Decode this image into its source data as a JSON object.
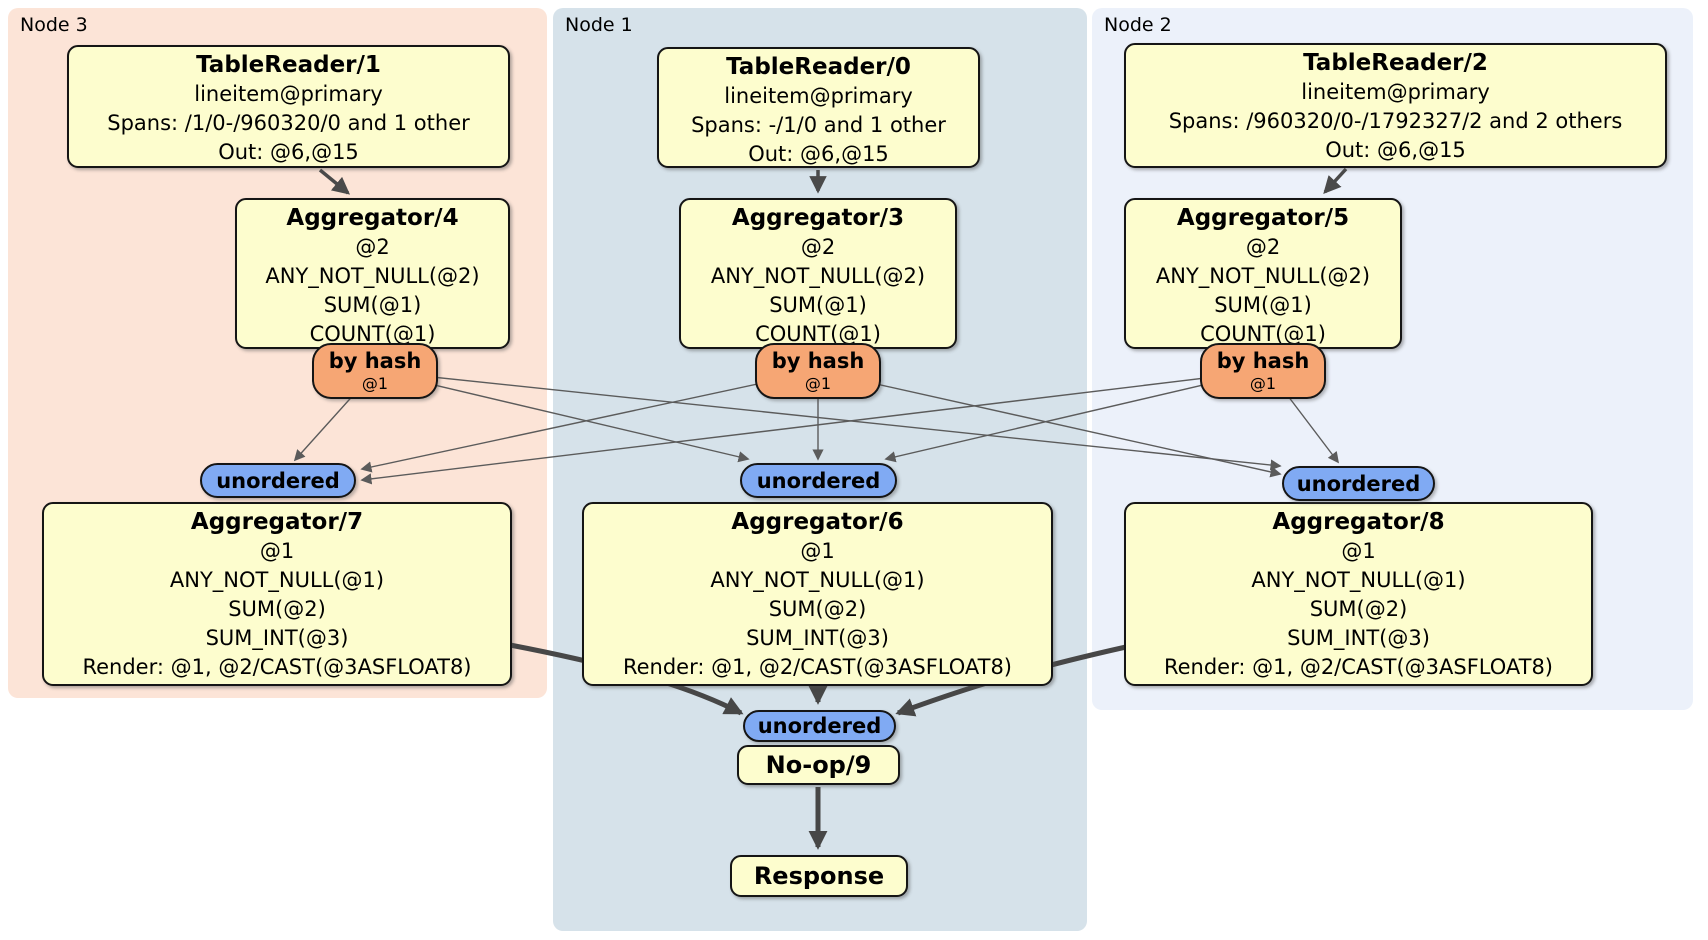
{
  "colors": {
    "node3_band": "#fce4d7",
    "node1_band": "#d6e2ea",
    "node2_band": "#ecf1fa",
    "processor_box": "#fdfdce",
    "hash_router": "#f6a674",
    "stream_pill": "#80aaf3",
    "edge_thin": "#5b5b5b",
    "edge_thick": "#474747"
  },
  "groups": {
    "node3": {
      "label": "Node 3"
    },
    "node1": {
      "label": "Node 1"
    },
    "node2": {
      "label": "Node 2"
    }
  },
  "processors": {
    "tr1": {
      "title": "TableReader/1",
      "lines": [
        "lineitem@primary",
        "Spans: /1/0-/960320/0 and 1 other",
        "Out: @6,@15"
      ]
    },
    "tr0": {
      "title": "TableReader/0",
      "lines": [
        "lineitem@primary",
        "Spans: -/1/0 and 1 other",
        "Out: @6,@15"
      ]
    },
    "tr2": {
      "title": "TableReader/2",
      "lines": [
        "lineitem@primary",
        "Spans: /960320/0-/1792327/2 and 2 others",
        "Out: @6,@15"
      ]
    },
    "agg4": {
      "title": "Aggregator/4",
      "lines": [
        "@2",
        "ANY_NOT_NULL(@2)",
        "SUM(@1)",
        "COUNT(@1)"
      ]
    },
    "agg3": {
      "title": "Aggregator/3",
      "lines": [
        "@2",
        "ANY_NOT_NULL(@2)",
        "SUM(@1)",
        "COUNT(@1)"
      ]
    },
    "agg5": {
      "title": "Aggregator/5",
      "lines": [
        "@2",
        "ANY_NOT_NULL(@2)",
        "SUM(@1)",
        "COUNT(@1)"
      ]
    },
    "agg7": {
      "title": "Aggregator/7",
      "lines": [
        "@1",
        "ANY_NOT_NULL(@1)",
        "SUM(@2)",
        "SUM_INT(@3)",
        "Render: @1, @2/CAST(@3ASFLOAT8)"
      ]
    },
    "agg6": {
      "title": "Aggregator/6",
      "lines": [
        "@1",
        "ANY_NOT_NULL(@1)",
        "SUM(@2)",
        "SUM_INT(@3)",
        "Render: @1, @2/CAST(@3ASFLOAT8)"
      ]
    },
    "agg8": {
      "title": "Aggregator/8",
      "lines": [
        "@1",
        "ANY_NOT_NULL(@1)",
        "SUM(@2)",
        "SUM_INT(@3)",
        "Render: @1, @2/CAST(@3ASFLOAT8)"
      ]
    },
    "noop": {
      "title": "No-op/9"
    },
    "response": {
      "title": "Response"
    }
  },
  "routers": {
    "hash1": {
      "label": "by hash",
      "detail": "@1"
    },
    "hash2": {
      "label": "by hash",
      "detail": "@1"
    },
    "hash3": {
      "label": "by hash",
      "detail": "@1"
    },
    "stream1": {
      "label": "unordered"
    },
    "stream2": {
      "label": "unordered"
    },
    "stream3": {
      "label": "unordered"
    },
    "stream4": {
      "label": "unordered"
    }
  }
}
